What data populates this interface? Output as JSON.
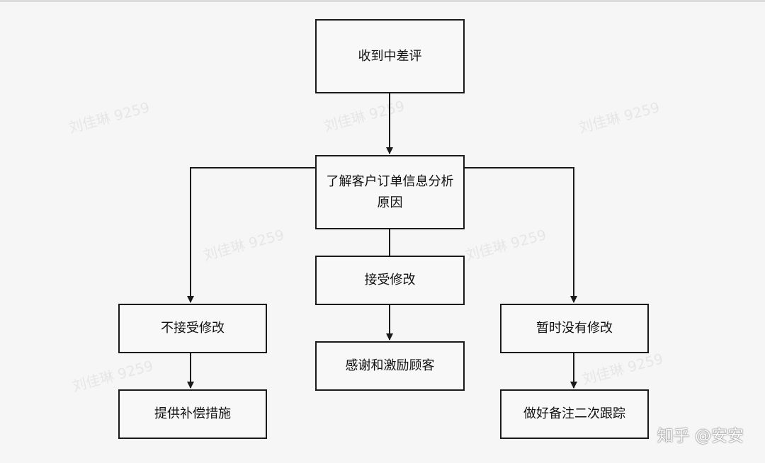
{
  "nodes": {
    "start": "收到中差评",
    "analyze": "了解客户订单信息分析原因",
    "accept": "接受修改",
    "thank": "感谢和激励顾客",
    "reject": "不接受修改",
    "compensate": "提供补偿措施",
    "no_change": "暂时没有修改",
    "follow_up": "做好备注二次跟踪"
  },
  "edges": [
    {
      "from": "start",
      "to": "analyze"
    },
    {
      "from": "analyze",
      "to": "reject"
    },
    {
      "from": "analyze",
      "to": "accept"
    },
    {
      "from": "analyze",
      "to": "no_change"
    },
    {
      "from": "accept",
      "to": "thank"
    },
    {
      "from": "reject",
      "to": "compensate"
    },
    {
      "from": "no_change",
      "to": "follow_up"
    }
  ],
  "credit": "知乎 @安安",
  "watermark": "刘佳琳 9259"
}
